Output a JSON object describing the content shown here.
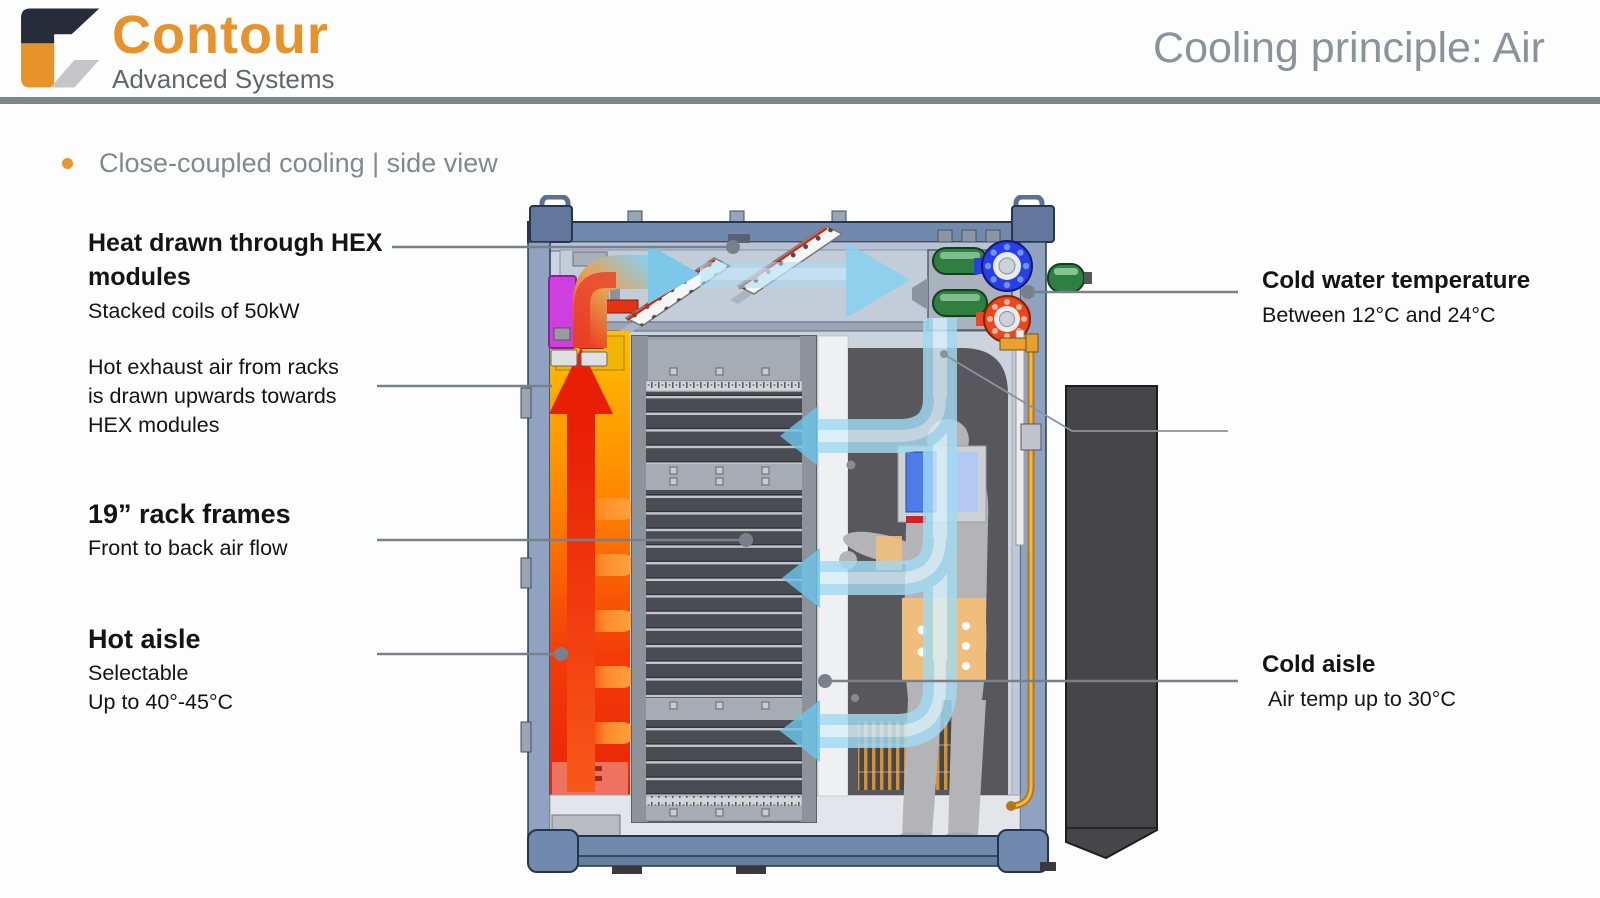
{
  "header": {
    "brand": "Contour",
    "tagline": "Advanced Systems",
    "title": "Cooling principle: Air"
  },
  "bullet": "Close-coupled cooling | side view",
  "callouts": {
    "hex": {
      "title": "Heat drawn through HEX\nmodules",
      "subtitle": "Stacked coils of 50kW"
    },
    "exhaust": {
      "text": "Hot exhaust air from racks\nis drawn upwards towards\nHEX modules"
    },
    "rack": {
      "title": "19” rack frames",
      "subtitle": "Front to back air flow"
    },
    "hot_aisle": {
      "title": "Hot aisle",
      "subtitle": "Selectable\nUp to 40°-45°C"
    },
    "cold_water": {
      "title": "Cold water temperature",
      "subtitle": "Between 12°C and 24°C"
    },
    "cold_aisle": {
      "title": "Cold aisle",
      "subtitle": "Air temp up to 30°C"
    }
  },
  "colors": {
    "brand_orange": "#E8922C",
    "title_gray": "#8A939D",
    "rule_gray": "#7D868F",
    "label_black": "#141414",
    "hot_red": "#E82808",
    "hot_orange": "#FF9430",
    "cold_air_blue": "#7AC8EC",
    "container_blue": "#7189AD",
    "cold_flange_blue": "#2A3EE8",
    "warm_flange_red": "#E8481C",
    "hex_unit_magenta": "#CF3FE0",
    "pump_green": "#2F8040"
  }
}
